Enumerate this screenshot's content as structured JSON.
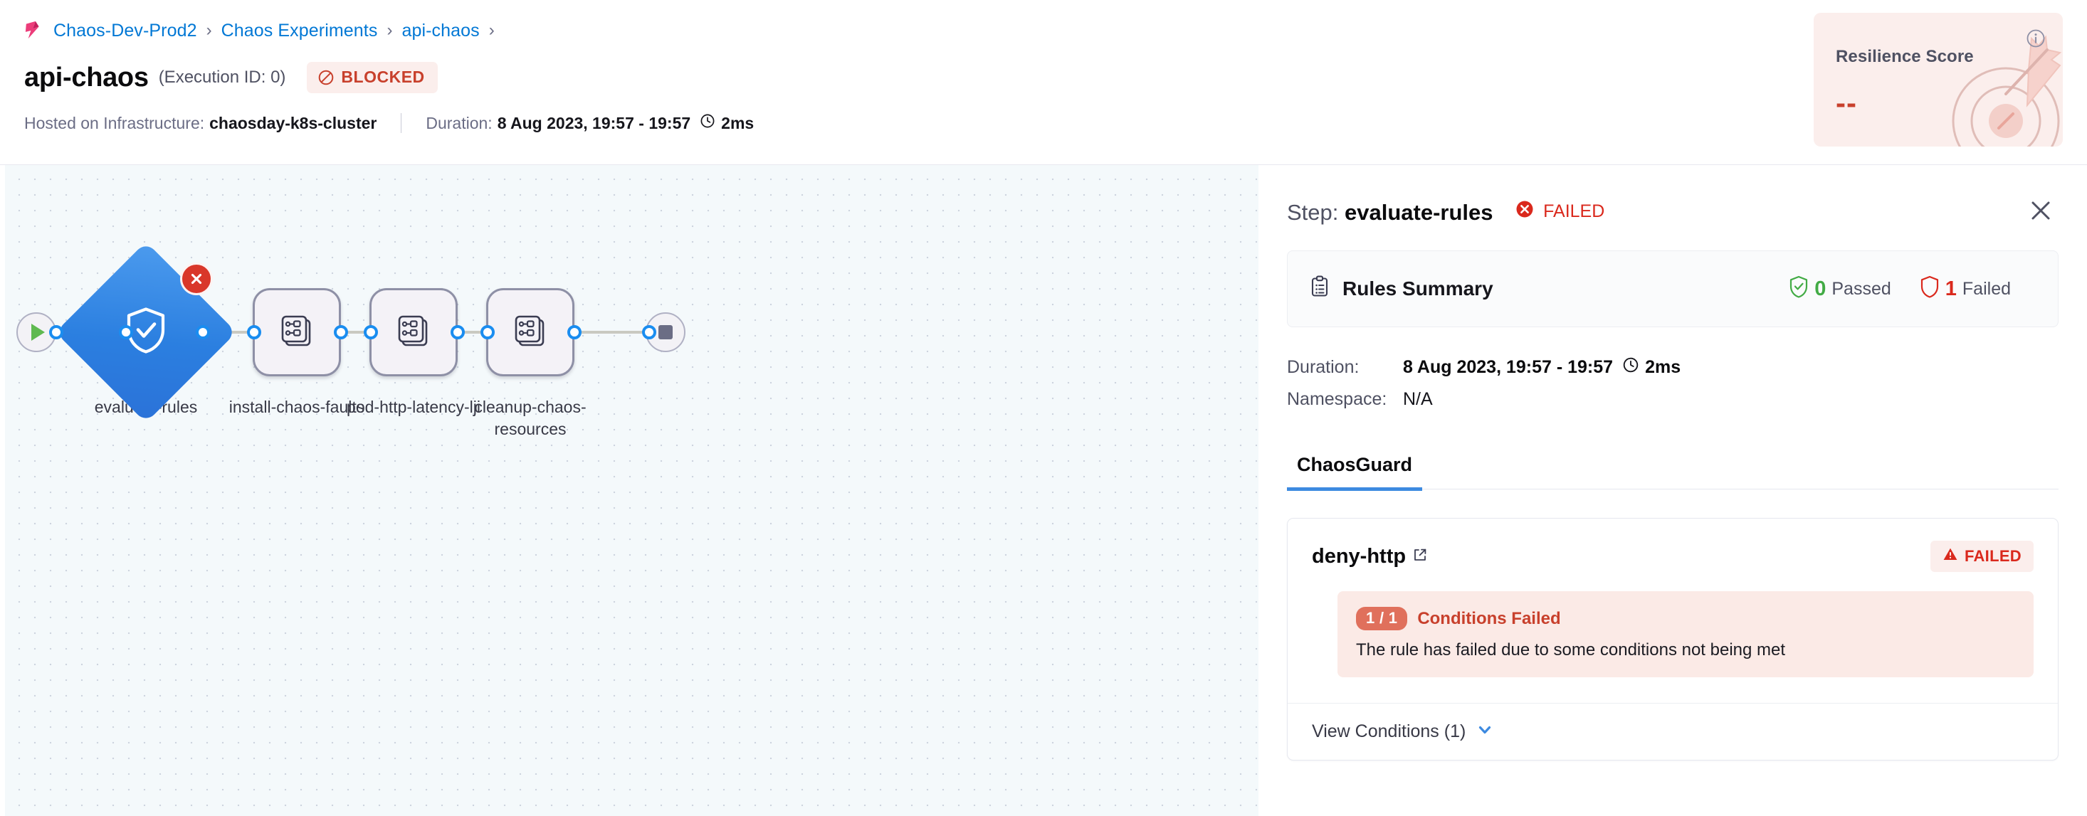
{
  "breadcrumb": {
    "logo": "chaos-logo-icon",
    "items": [
      {
        "label": "Chaos-Dev-Prod2"
      },
      {
        "label": "Chaos Experiments"
      },
      {
        "label": "api-chaos"
      }
    ],
    "separator": "›"
  },
  "header": {
    "title": "api-chaos",
    "execution_id": "(Execution ID: 0)",
    "status_badge": "BLOCKED",
    "status_color": "#c8402c",
    "infra_label": "Hosted on Infrastructure:",
    "infra_value": "chaosday-k8s-cluster",
    "duration_label": "Duration:",
    "duration_value": "8 Aug 2023, 19:57 - 19:57",
    "duration_elapsed": "2ms"
  },
  "resilience": {
    "title": "Resilience Score",
    "value": "--",
    "value_color": "#c8402c",
    "card_bg": "#fbeeec",
    "info_icon": "info-icon"
  },
  "canvas": {
    "start_node": "play-icon",
    "end_node": "stop-icon",
    "nodes": [
      {
        "label": "evaluate-rules",
        "type": "diamond",
        "icon": "shield-check-icon",
        "status": "failed",
        "badge": "error-x-icon"
      },
      {
        "label": "install-chaos-faults",
        "type": "step",
        "icon": "chaos-stack-icon"
      },
      {
        "label": "pod-http-latency-lji",
        "type": "step",
        "icon": "chaos-stack-icon"
      },
      {
        "label": "cleanup-chaos-resources",
        "type": "step",
        "icon": "chaos-stack-icon"
      }
    ]
  },
  "panel": {
    "step_prefix": "Step:",
    "step_name": "evaluate-rules",
    "step_status": "FAILED",
    "close_icon": "close-icon",
    "rules_summary": {
      "label": "Rules Summary",
      "icon": "clipboard-icon",
      "passed_count": "0",
      "passed_label": "Passed",
      "failed_count": "1",
      "failed_label": "Failed"
    },
    "details": [
      {
        "key": "Duration:",
        "value": "8 Aug 2023, 19:57 - 19:57",
        "extra": "2ms",
        "has_clock": true
      },
      {
        "key": "Namespace:",
        "value": "N/A",
        "extra": "",
        "has_clock": false
      }
    ],
    "tabs": [
      {
        "label": "ChaosGuard",
        "active": true
      }
    ],
    "rule": {
      "name": "deny-http",
      "external_icon": "external-link-icon",
      "badge": "FAILED",
      "conditions_pill": "1 / 1",
      "conditions_title": "Conditions Failed",
      "conditions_desc": "The rule has failed due to some conditions not being met",
      "view_conditions": "View Conditions (1)",
      "chevron_icon": "chevron-down-icon"
    }
  },
  "colors": {
    "accent_blue": "#0278d5",
    "danger": "#da291d",
    "success": "#42ab45",
    "node_blue": "#2b7fe0"
  }
}
